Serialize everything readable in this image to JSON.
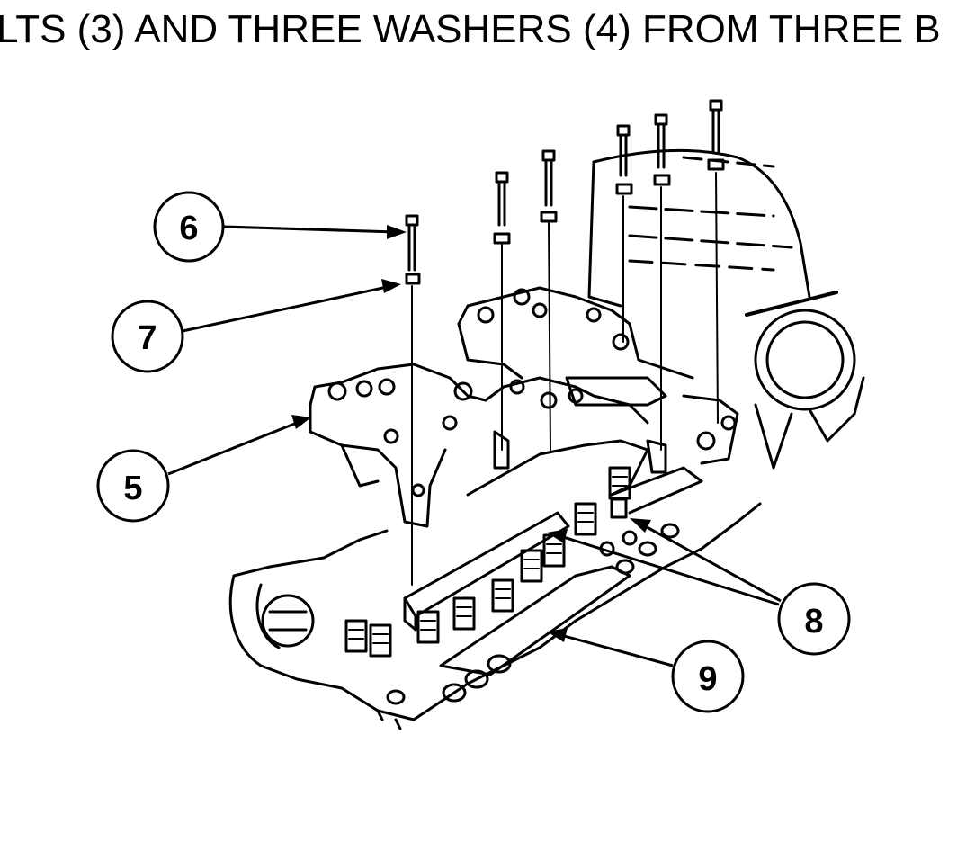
{
  "header": {
    "text": "LTS (3) AND THREE WASHERS (4) FROM THREE  B"
  },
  "figure": {
    "callouts": [
      {
        "id": "6",
        "label": "6"
      },
      {
        "id": "7",
        "label": "7"
      },
      {
        "id": "5",
        "label": "5"
      },
      {
        "id": "8",
        "label": "8"
      },
      {
        "id": "9",
        "label": "9"
      }
    ]
  }
}
